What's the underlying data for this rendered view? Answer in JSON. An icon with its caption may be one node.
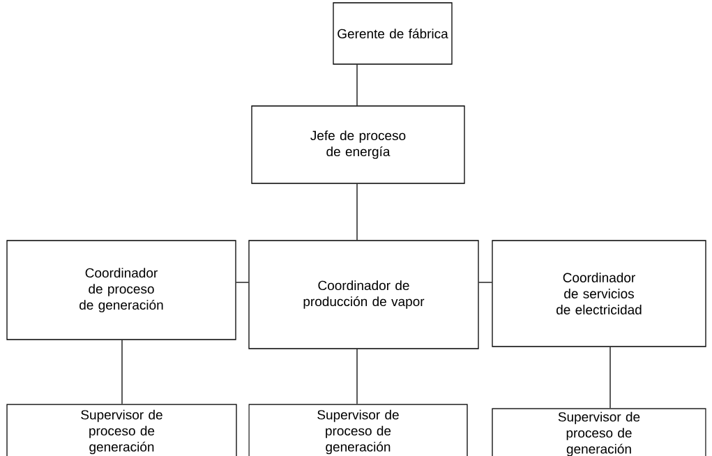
{
  "diagram": {
    "nodes": [
      {
        "text": [
          "Gerente de fábrica"
        ]
      },
      {
        "text": [
          "Jefe de proceso de energía"
        ]
      },
      {
        "text": [
          "Coordinador de proceso de generación"
        ]
      },
      {
        "text": [
          "Coordinador de producción de vapor"
        ]
      },
      {
        "text": [
          "Coordinador de servicios de electricidad"
        ]
      },
      {
        "text": [
          "Supervisor de proceso de generación"
        ]
      },
      {
        "text": [
          "Supervisor de proceso de generación"
        ]
      },
      {
        "text": [
          "Supervisor de proceso de generación"
        ]
      }
    ],
    "edges": [
      {
        "from": 0,
        "to": 1,
        "arrow": "none"
      },
      {
        "from": 1,
        "to": 3,
        "arrow": "none"
      },
      {
        "from": 2,
        "to": 3,
        "arrow": "none"
      },
      {
        "from": 3,
        "to": 4,
        "arrow": "none"
      },
      {
        "from": 2,
        "to": 5,
        "arrow": "none"
      },
      {
        "from": 3,
        "to": 6,
        "arrow": "none"
      },
      {
        "from": 4,
        "to": 7,
        "arrow": "none"
      }
    ]
  }
}
